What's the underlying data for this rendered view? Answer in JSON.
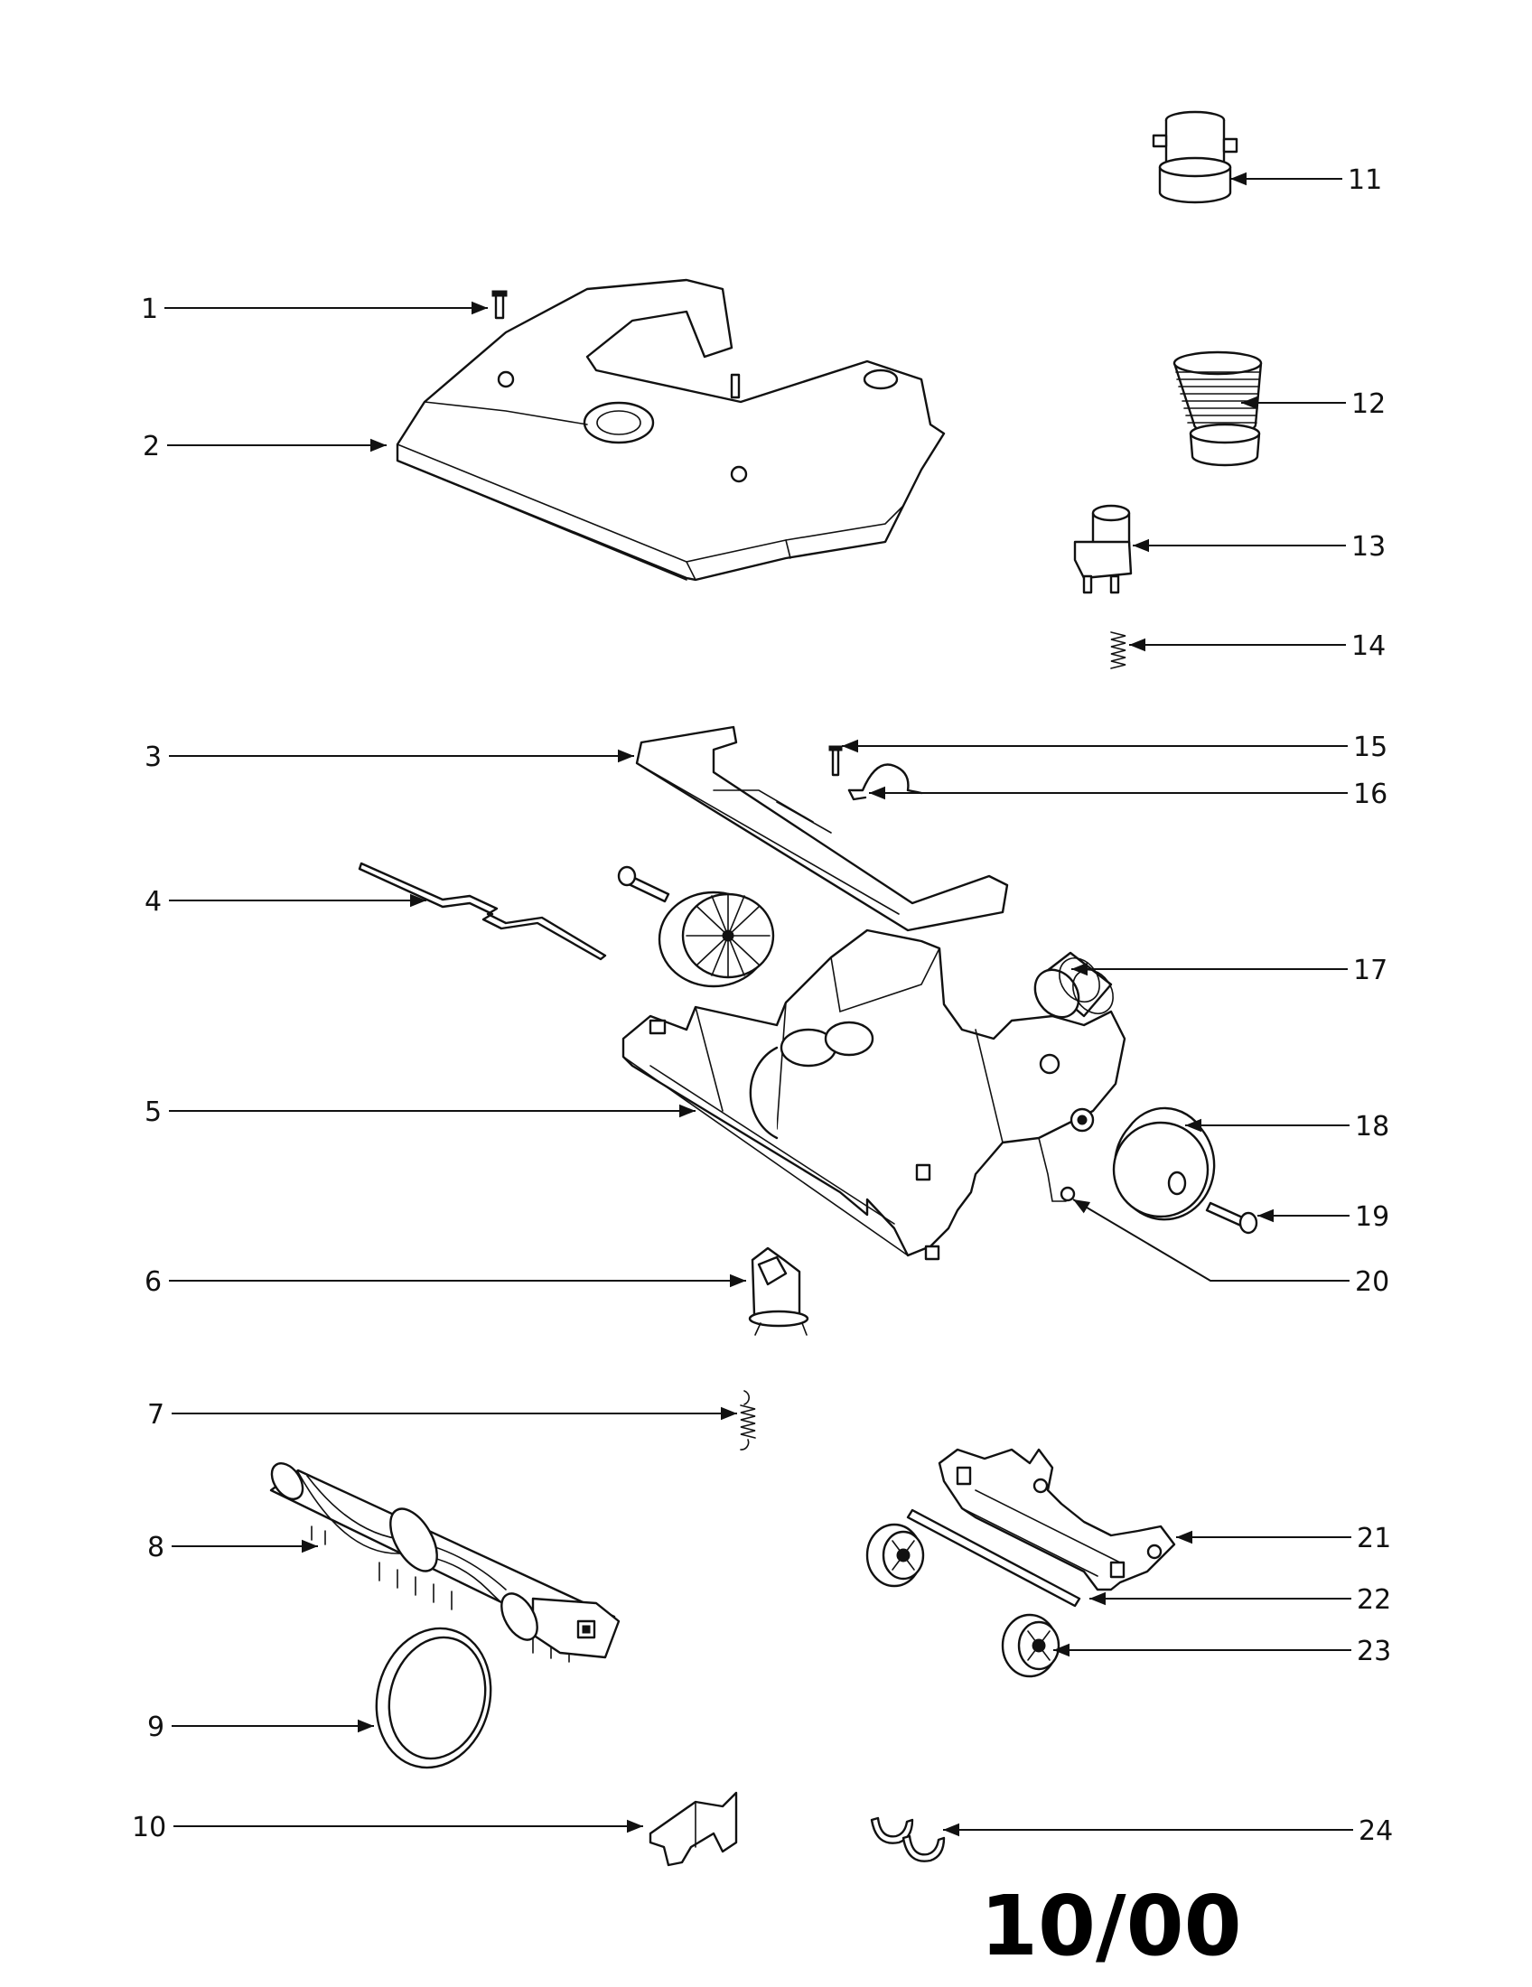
{
  "callouts": [
    {
      "num": "1"
    },
    {
      "num": "2"
    },
    {
      "num": "3"
    },
    {
      "num": "4"
    },
    {
      "num": "5"
    },
    {
      "num": "6"
    },
    {
      "num": "7"
    },
    {
      "num": "8"
    },
    {
      "num": "9"
    },
    {
      "num": "10"
    },
    {
      "num": "11"
    },
    {
      "num": "12"
    },
    {
      "num": "13"
    },
    {
      "num": "14"
    },
    {
      "num": "15"
    },
    {
      "num": "16"
    },
    {
      "num": "17"
    },
    {
      "num": "18"
    },
    {
      "num": "19"
    },
    {
      "num": "20"
    },
    {
      "num": "21"
    },
    {
      "num": "22"
    },
    {
      "num": "23"
    },
    {
      "num": "24"
    }
  ],
  "date_code": "10/00"
}
